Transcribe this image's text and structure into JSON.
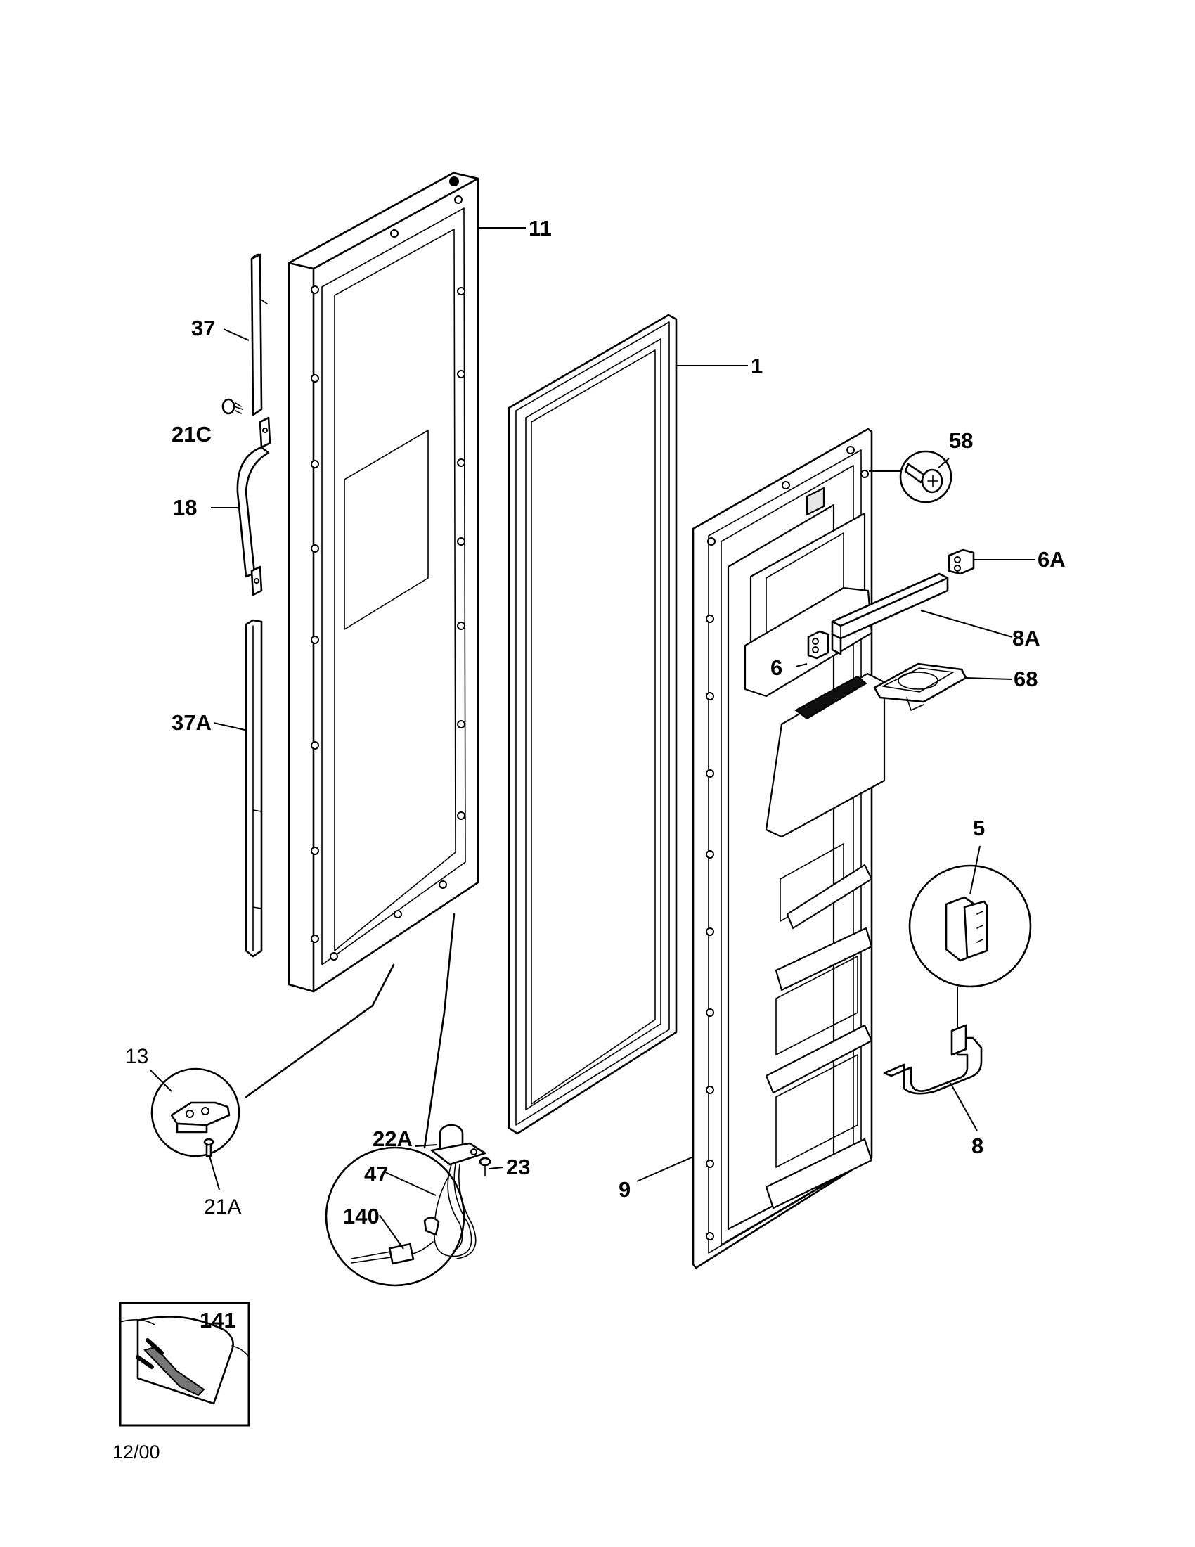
{
  "labels": {
    "p11": "11",
    "p1": "1",
    "p37": "37",
    "p21c": "21C",
    "p18": "18",
    "p37a": "37A",
    "p58": "58",
    "p6a": "6A",
    "p8a": "8A",
    "p6": "6",
    "p68": "68",
    "p5": "5",
    "p13": "13",
    "p21a": "21A",
    "p22a": "22A",
    "p23": "23",
    "p47": "47",
    "p140": "140",
    "p9": "9",
    "p8": "8",
    "p141": "141"
  },
  "footer": {
    "date": "12/00"
  }
}
